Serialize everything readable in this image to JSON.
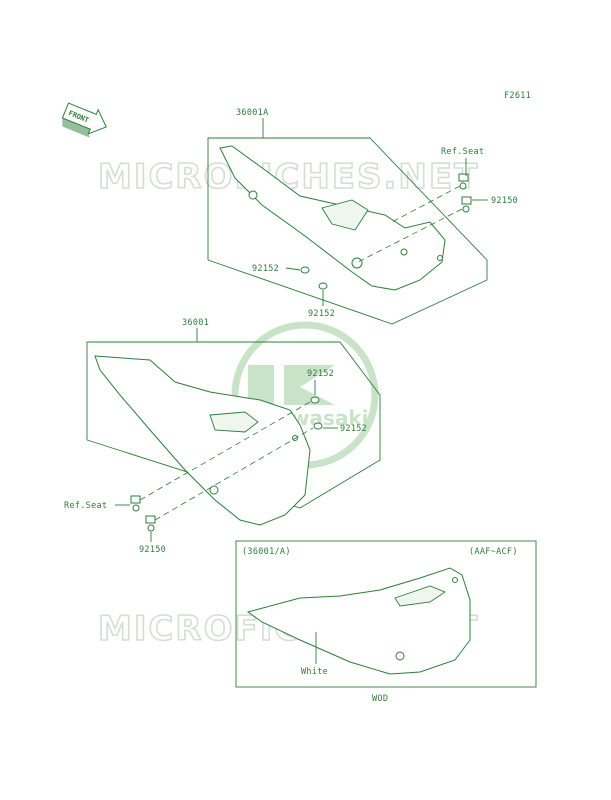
{
  "diagram": {
    "figure_id": "F2611",
    "front_label": "FRONT",
    "watermark_text": "MICROFICHES.NET",
    "brand_logo_text": "Kawasaki",
    "colors": {
      "line": "#2e7d3a",
      "watermark": "#d7dcd7",
      "logo": "#c9e3c9"
    },
    "callouts": {
      "top_assembly": "36001A",
      "top_ref_seat": "Ref.Seat",
      "top_bolt": "92150",
      "top_washer_left": "92152",
      "top_washer_bottom": "92152",
      "mid_assembly": "36001",
      "mid_washer_top": "92152",
      "mid_washer_right": "92152",
      "mid_ref_seat": "Ref.Seat",
      "mid_bolt": "92150",
      "variant_part": "(36001/A)",
      "variant_range": "(AAF~ACF)",
      "variant_color": "White",
      "variant_caption": "WOD"
    }
  }
}
